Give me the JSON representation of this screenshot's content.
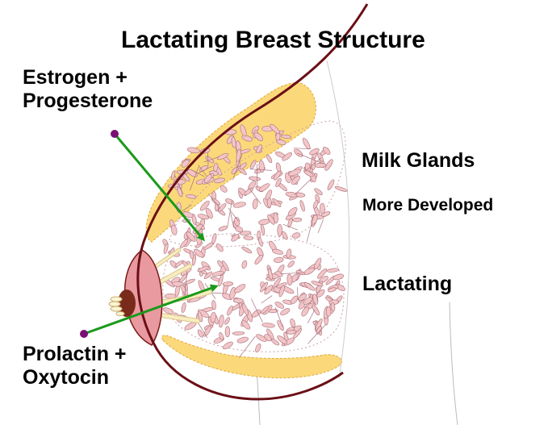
{
  "diagram": {
    "title": "Lactating Breast Structure",
    "labels": {
      "hormones_top_line1": "Estrogen +",
      "hormones_top_line2": "Progesterone",
      "hormones_bottom_line1": "Prolactin +",
      "hormones_bottom_line2": "Oxytocin",
      "milk_glands": "Milk Glands",
      "more_developed": "More Developed",
      "lactating": "Lactating"
    },
    "colors": {
      "skin_outline": "#6b0f16",
      "fat_fill": "#fbd97a",
      "fat_stroke": "#e0a840",
      "lobule_fill": "#f2c6c8",
      "lobule_stroke": "#a8707a",
      "areola": "#e99aa0",
      "nipple": "#7a2a1a",
      "ducts": "#f8ecc0",
      "arrow": "#1a9a1a",
      "pin": "#7a1075",
      "thin_lines": "#bbbbbb"
    }
  }
}
